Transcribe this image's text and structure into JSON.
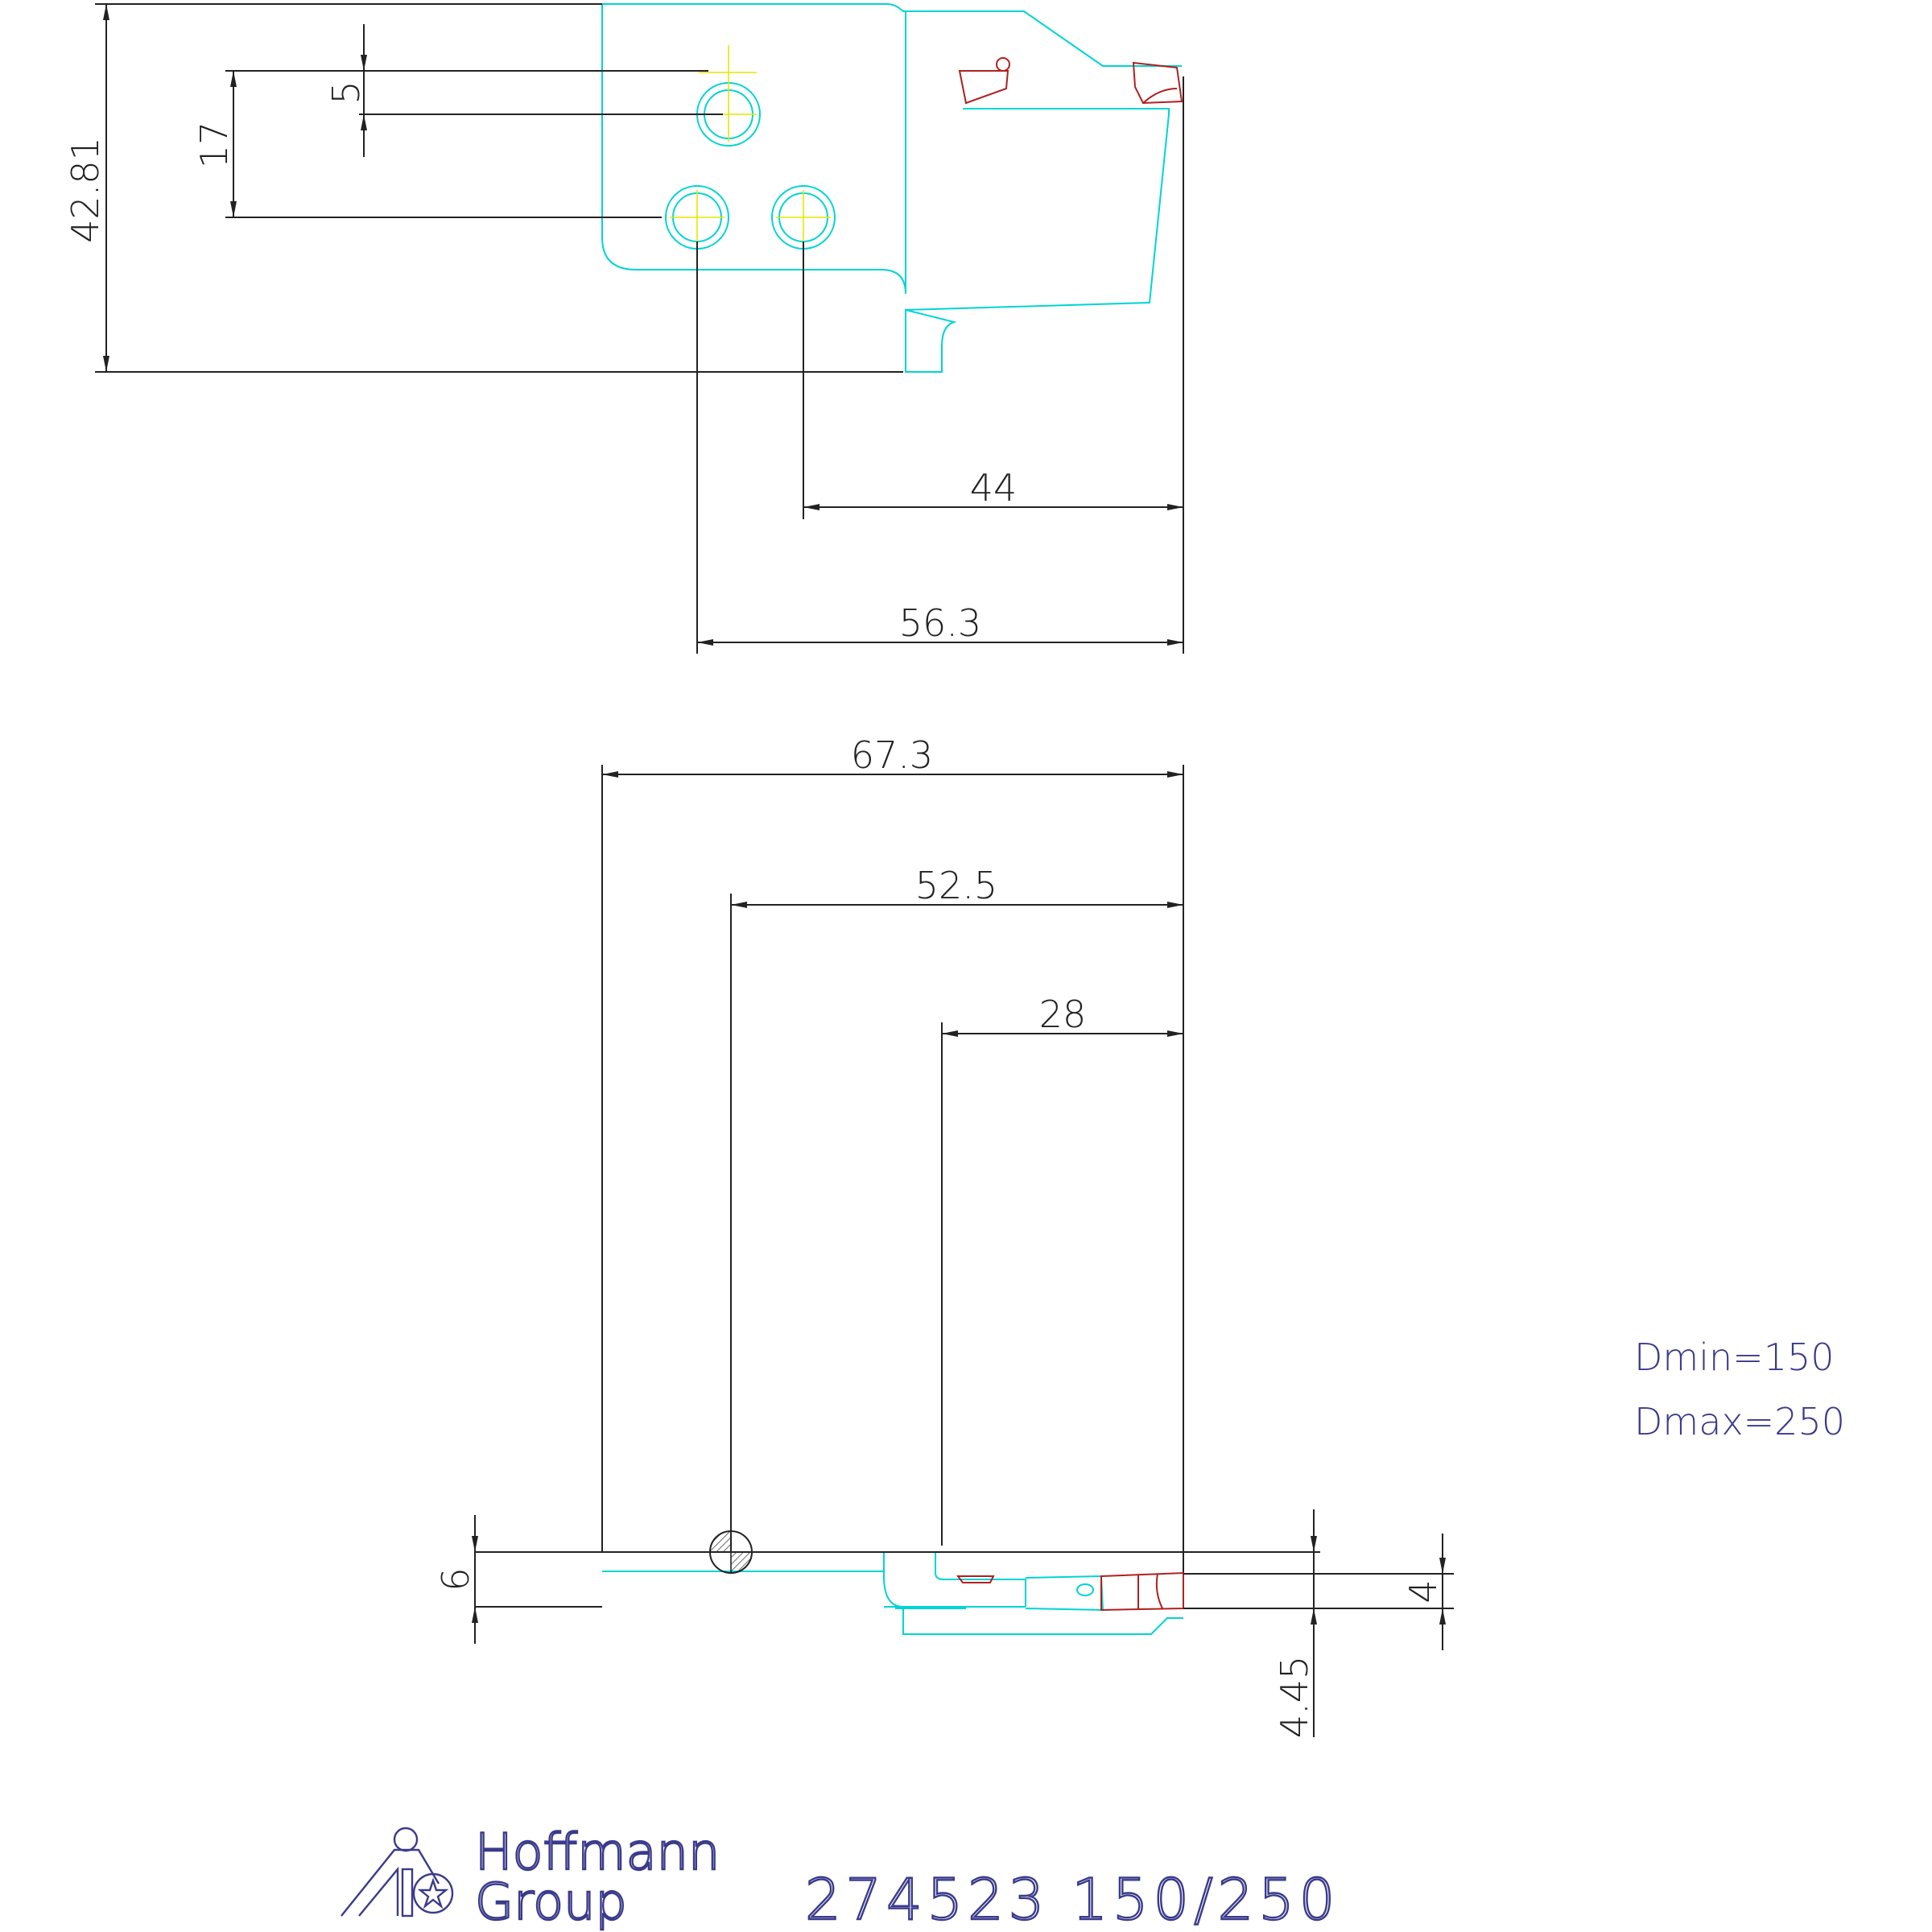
{
  "dimensions": {
    "top_height": "42.81",
    "top_17": "17",
    "top_5": "5",
    "top_44": "44",
    "top_56": "56.3",
    "bot_67": "67.3",
    "bot_52": "52.5",
    "bot_28": "28",
    "bot_6": "6",
    "bot_4": "4",
    "bot_445": "4.45"
  },
  "notes": {
    "dmin": "Dmin=150",
    "dmax": "Dmax=250"
  },
  "title_block": {
    "logo_line1": "Hoffmann",
    "logo_line2": "Group",
    "part_code": "274523 150/250"
  },
  "colors": {
    "outline": "#00d4d4",
    "dimension": "#222222",
    "insert": "#b02020",
    "centerline": "#e6e600",
    "text": "#3a3a8c"
  }
}
